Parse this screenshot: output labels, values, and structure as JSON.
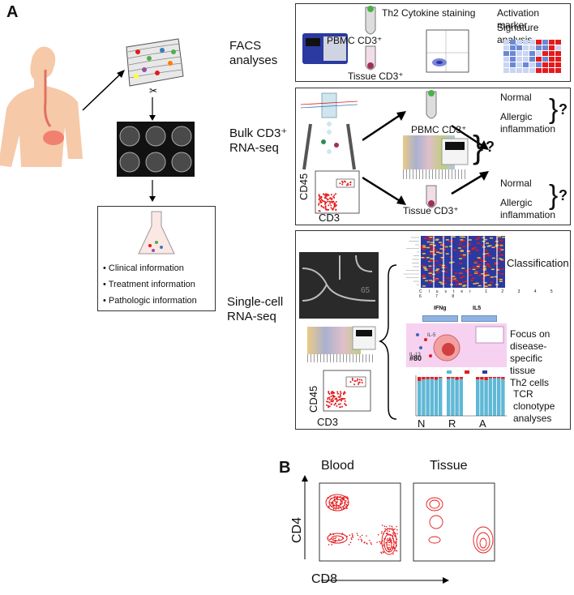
{
  "panel_a": {
    "letter": "A",
    "stages": {
      "facs": "FACS analyses",
      "bulk_line1": "Bulk CD3⁺",
      "bulk_line2": "RNA-seq",
      "single_line1": "Single-cell",
      "single_line2": "RNA-seq"
    },
    "info_box": {
      "items": [
        "Clinical information",
        "Treatment information",
        "Pathologic information"
      ]
    },
    "facs_box": {
      "th2": "Th2 Cytokine staining",
      "pbmc": "PBMC CD3⁺",
      "tissue": "Tissue CD3⁺",
      "activation": "Activation marker",
      "signature": "Signature analysis"
    },
    "bulk_box": {
      "pbmc": "PBMC CD3⁺",
      "tissue": "Tissue CD3⁺",
      "normal1": "Normal",
      "allergic1_l1": "Allergic",
      "allergic1_l2": "inflammation",
      "normal2": "Normal",
      "allergic2_l1": "Allergic",
      "allergic2_l2": "inflammation",
      "question": "?",
      "cd45": "CD45",
      "cd3": "CD3"
    },
    "sc_box": {
      "classification": "Classification",
      "focus_l1": "Focus on",
      "focus_l2": "disease-",
      "focus_l3": "specific",
      "focus_l4": "tissue",
      "focus_l5": "Th2 cells",
      "tcr_l1": "TCR",
      "tcr_l2": "clonotype",
      "tcr_l3": "analyses",
      "cd45": "CD45",
      "cd3": "CD3",
      "ifng": "IFNg",
      "il5": "IL5",
      "cluster_num": "#80",
      "groups": [
        "N",
        "R",
        "A"
      ]
    }
  },
  "panel_b": {
    "letter": "B",
    "blood": "Blood",
    "tissue": "Tissue",
    "ylabel": "CD4",
    "xlabel": "CD8"
  },
  "colors": {
    "accent_red": "#e41a1c",
    "heatmap_blue": "#2b3aa0",
    "bar_blue": "#5fb8d6",
    "skin": "#f6c9a8"
  }
}
